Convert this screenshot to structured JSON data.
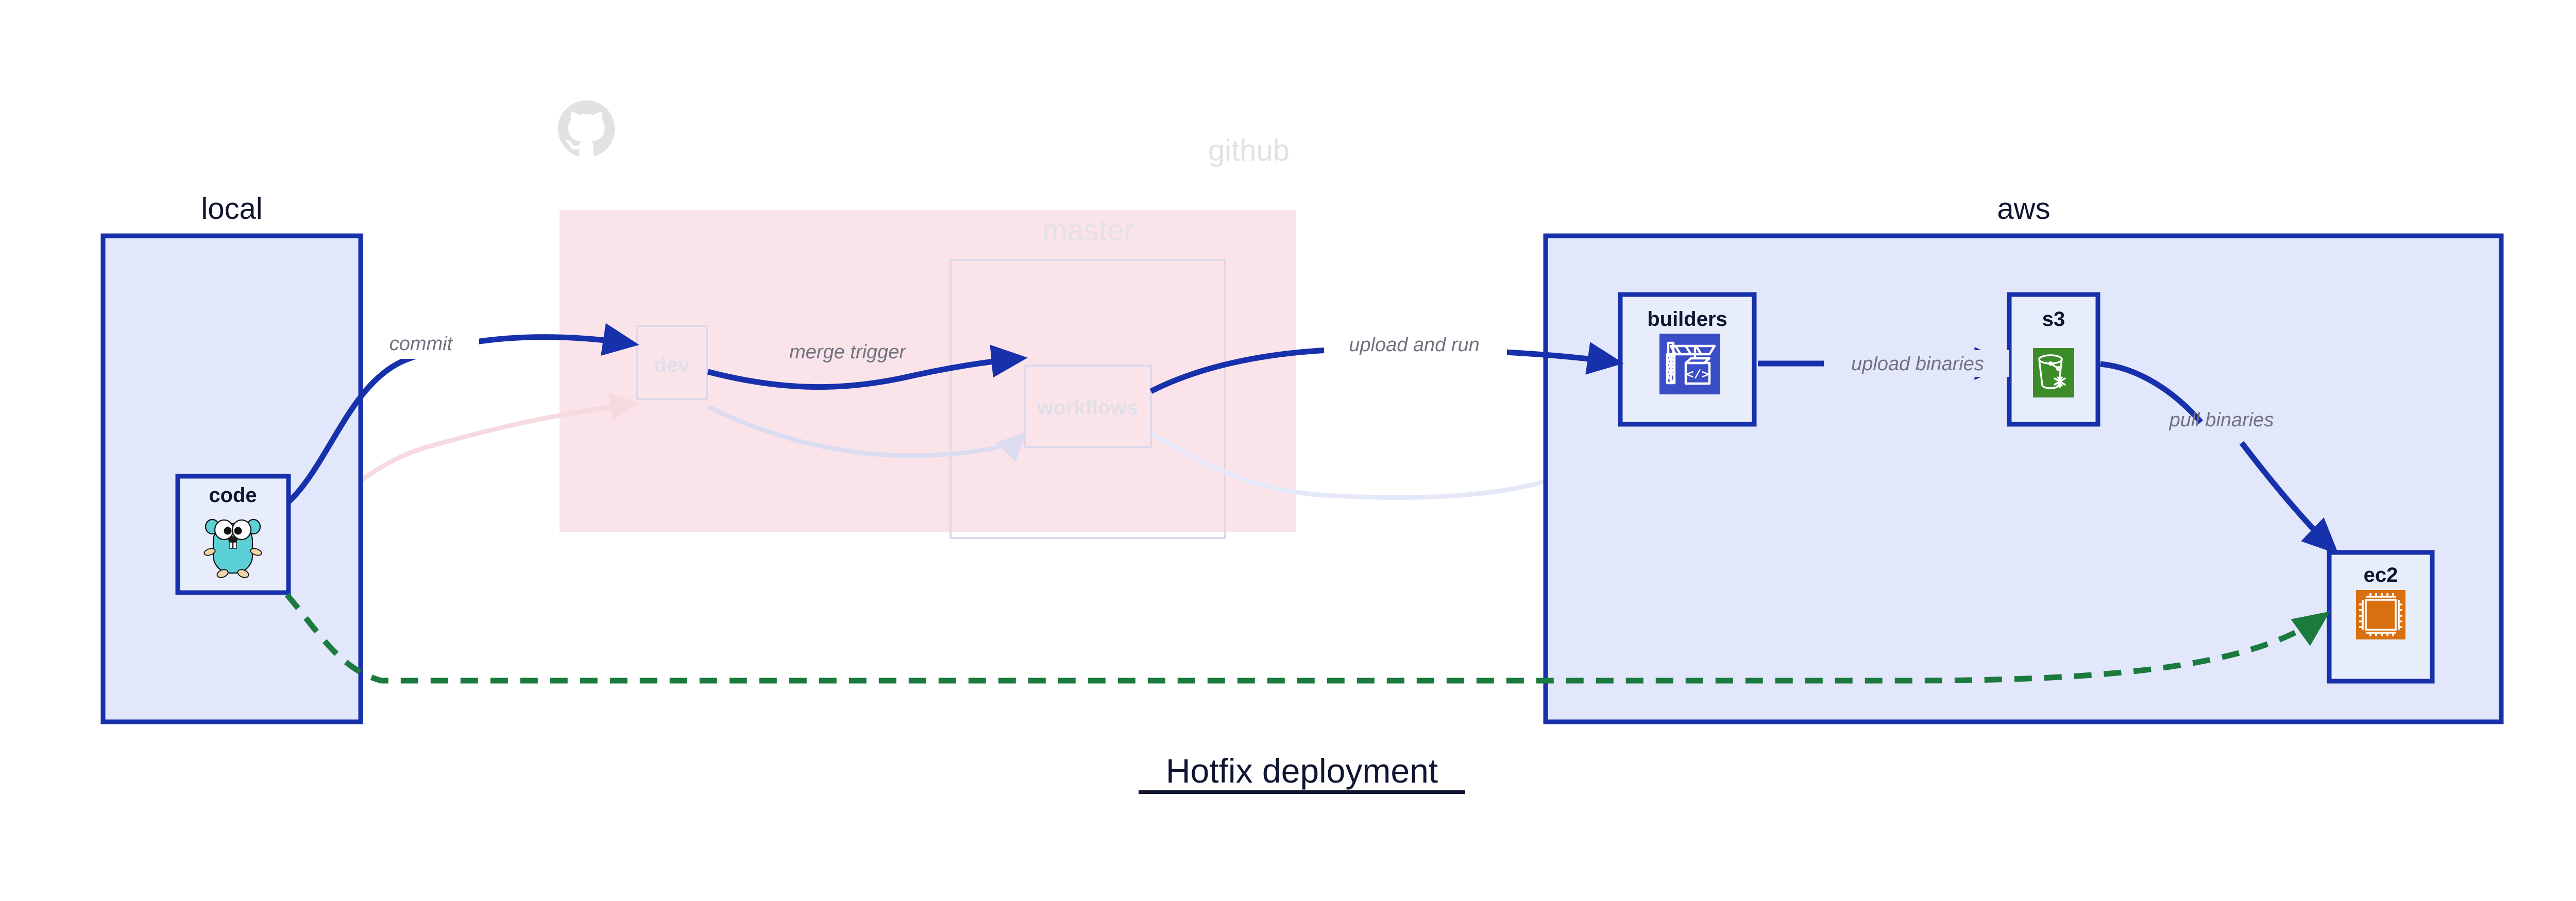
{
  "diagram": {
    "title": "Hotfix deployment",
    "title_underlined": true,
    "groups": [
      {
        "id": "local",
        "label": "local",
        "style": "solid-blue"
      },
      {
        "id": "github",
        "label": "github",
        "style": "faded-pink",
        "icon": "github-octocat-icon",
        "subgroups": [
          {
            "id": "master",
            "label": "master"
          }
        ]
      },
      {
        "id": "aws",
        "label": "aws",
        "style": "solid-blue"
      }
    ],
    "nodes": [
      {
        "id": "code",
        "label": "code",
        "group": "local",
        "icon": "go-gopher-icon",
        "faded": false
      },
      {
        "id": "dev",
        "label": "dev",
        "group": "github",
        "icon": "none",
        "faded": true
      },
      {
        "id": "workflows",
        "label": "workflows",
        "group": "master",
        "icon": "none",
        "faded": true
      },
      {
        "id": "builders",
        "label": "builders",
        "group": "aws",
        "icon": "aws-codebuild-icon",
        "faded": false
      },
      {
        "id": "s3",
        "label": "s3",
        "group": "aws",
        "icon": "aws-s3-bucket-icon",
        "faded": false
      },
      {
        "id": "ec2",
        "label": "ec2",
        "group": "aws",
        "icon": "aws-ec2-chip-icon",
        "faded": false
      }
    ],
    "edges": [
      {
        "id": "commit",
        "from": "code",
        "to": "dev",
        "label": "commit",
        "style": "solid",
        "color": "#1730ab"
      },
      {
        "id": "merge-trigger",
        "from": "dev",
        "to": "workflows",
        "label": "merge trigger",
        "style": "solid",
        "color": "#1730ab"
      },
      {
        "id": "upload-and-run",
        "from": "workflows",
        "to": "builders",
        "label": "upload and run",
        "style": "solid",
        "color": "#1730ab"
      },
      {
        "id": "upload-binaries",
        "from": "builders",
        "to": "s3",
        "label": "upload binaries",
        "style": "solid",
        "color": "#1730ab"
      },
      {
        "id": "pull-binaries",
        "from": "s3",
        "to": "ec2",
        "label": "pull binaries",
        "style": "solid",
        "color": "#1730ab"
      },
      {
        "id": "hotfix-direct",
        "from": "code",
        "to": "ec2",
        "label": "",
        "style": "dashed",
        "color": "#1b7a3d"
      }
    ],
    "ghost_edges": [
      {
        "id": "ghost-code-dev",
        "from": "code",
        "to": "dev",
        "color": "#f6dadf"
      },
      {
        "id": "ghost-dev-workflows",
        "from": "dev",
        "to": "workflows",
        "color": "#dcdcf0"
      },
      {
        "id": "ghost-workflows-builders",
        "from": "workflows",
        "to": "builders",
        "color": "#e4e8f8"
      }
    ]
  },
  "colors": {
    "group_blue_border": "#1730ab",
    "group_blue_fill": "#e2e7fb",
    "group_pink_fill": "#fae4e9",
    "node_fill": "#e8edfb",
    "node_border": "#1730ab",
    "edge_blue": "#1730ab",
    "edge_green": "#1b7a3d",
    "label_gray": "#70737f",
    "faded_text": "#e2e2e4",
    "aws_codebuild_blue": "#3b4cc7",
    "aws_s3_green": "#3c8c29",
    "aws_ec2_orange": "#d9700f",
    "gopher_cyan": "#5bd1d7",
    "octocat_gray": "#e2e2e2",
    "title_navy": "#0f1430"
  }
}
